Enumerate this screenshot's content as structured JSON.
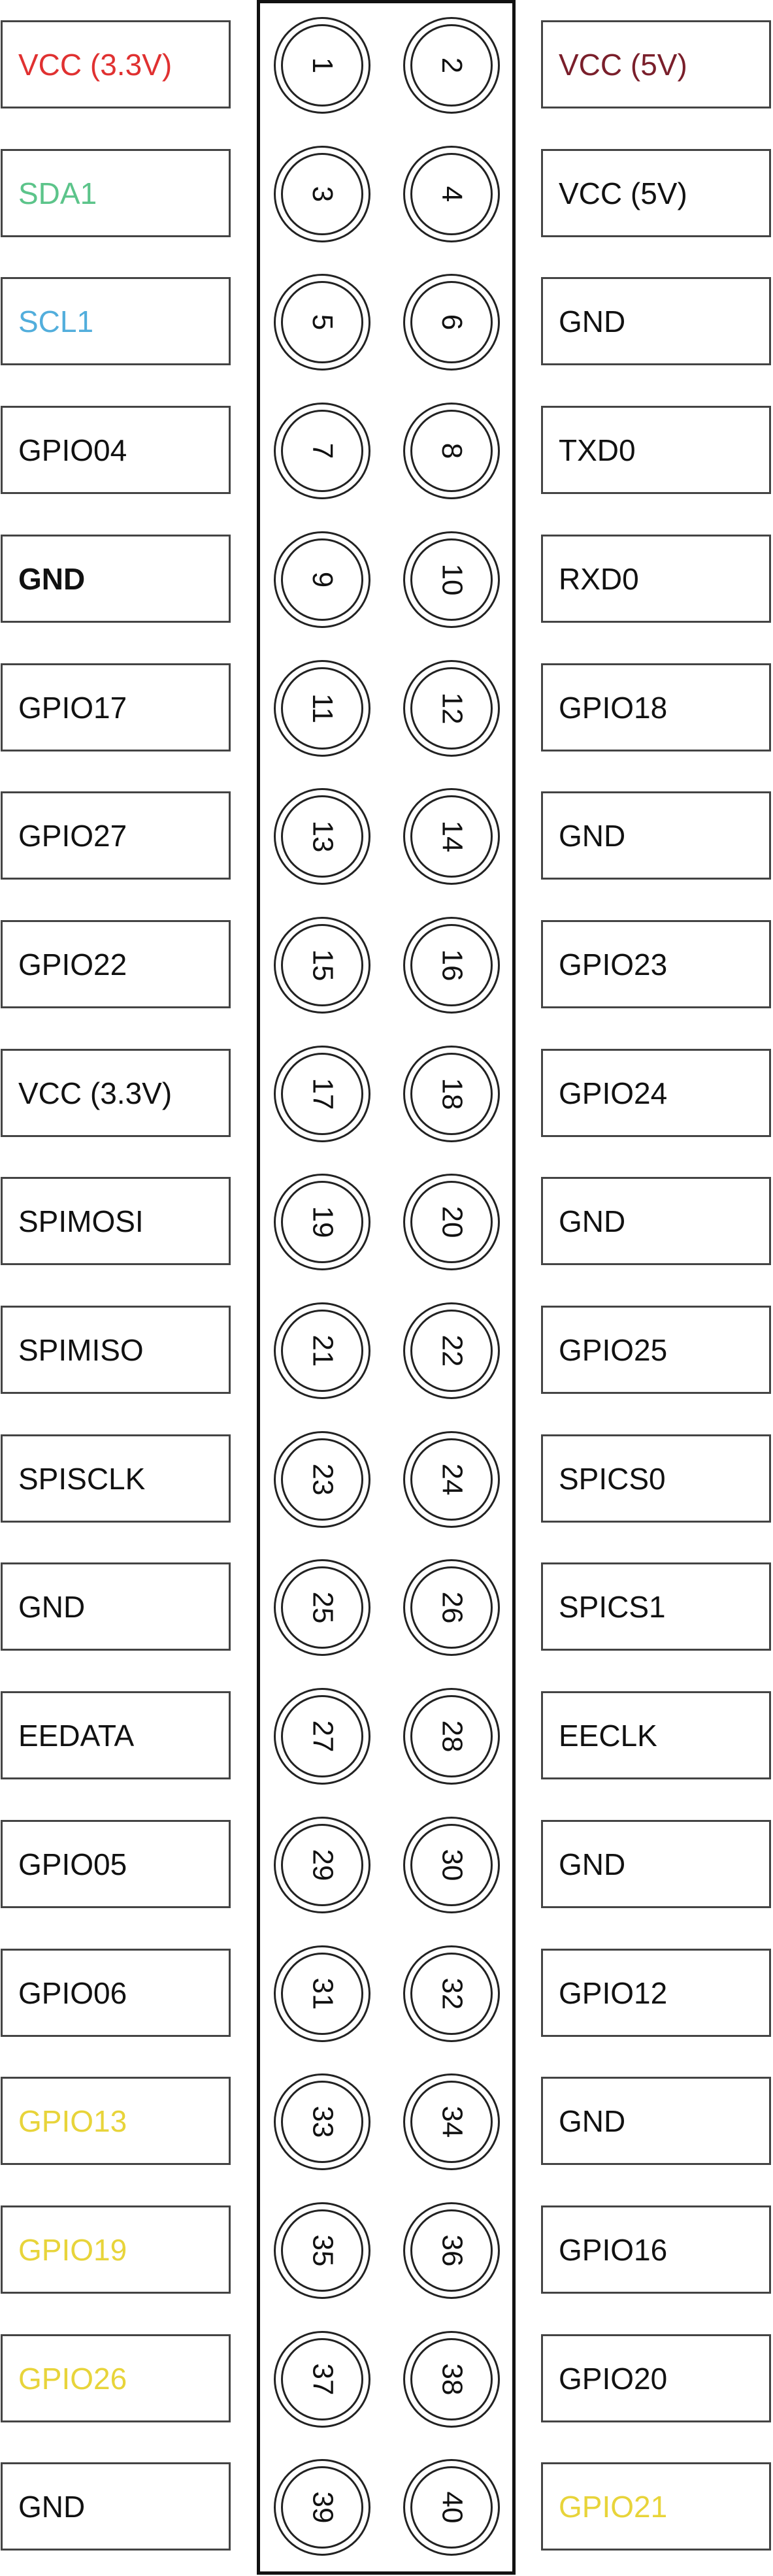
{
  "colors": {
    "red": "#e03131",
    "maroon": "#7a1f2b",
    "green": "#5cc48a",
    "blue": "#52aedc",
    "yellow": "#e8d43a",
    "default": "#111111"
  },
  "pins": [
    {
      "num": "1",
      "label": "VCC (3.3V)",
      "color": "red"
    },
    {
      "num": "2",
      "label": "VCC (5V)",
      "color": "maroon"
    },
    {
      "num": "3",
      "label": "SDA1",
      "color": "green"
    },
    {
      "num": "4",
      "label": "VCC (5V)"
    },
    {
      "num": "5",
      "label": "SCL1",
      "color": "blue"
    },
    {
      "num": "6",
      "label": "GND"
    },
    {
      "num": "7",
      "label": "GPIO04"
    },
    {
      "num": "8",
      "label": "TXD0"
    },
    {
      "num": "9",
      "label": "GND",
      "bold": true
    },
    {
      "num": "10",
      "label": "RXD0"
    },
    {
      "num": "11",
      "label": "GPIO17"
    },
    {
      "num": "12",
      "label": "GPIO18"
    },
    {
      "num": "13",
      "label": "GPIO27"
    },
    {
      "num": "14",
      "label": "GND"
    },
    {
      "num": "15",
      "label": "GPIO22"
    },
    {
      "num": "16",
      "label": "GPIO23"
    },
    {
      "num": "17",
      "label": "VCC (3.3V)"
    },
    {
      "num": "18",
      "label": "GPIO24"
    },
    {
      "num": "19",
      "label": "SPIMOSI"
    },
    {
      "num": "20",
      "label": "GND"
    },
    {
      "num": "21",
      "label": "SPIMISO"
    },
    {
      "num": "22",
      "label": "GPIO25"
    },
    {
      "num": "23",
      "label": "SPISCLK"
    },
    {
      "num": "24",
      "label": "SPICS0"
    },
    {
      "num": "25",
      "label": "GND"
    },
    {
      "num": "26",
      "label": "SPICS1"
    },
    {
      "num": "27",
      "label": "EEDATA"
    },
    {
      "num": "28",
      "label": "EECLK"
    },
    {
      "num": "29",
      "label": "GPIO05"
    },
    {
      "num": "30",
      "label": "GND"
    },
    {
      "num": "31",
      "label": "GPIO06"
    },
    {
      "num": "32",
      "label": "GPIO12"
    },
    {
      "num": "33",
      "label": "GPIO13",
      "color": "yellow"
    },
    {
      "num": "34",
      "label": "GND"
    },
    {
      "num": "35",
      "label": "GPIO19",
      "color": "yellow"
    },
    {
      "num": "36",
      "label": "GPIO16"
    },
    {
      "num": "37",
      "label": "GPIO26",
      "color": "yellow"
    },
    {
      "num": "38",
      "label": "GPIO20"
    },
    {
      "num": "39",
      "label": "GND"
    },
    {
      "num": "40",
      "label": "GPIO21",
      "color": "yellow"
    }
  ]
}
